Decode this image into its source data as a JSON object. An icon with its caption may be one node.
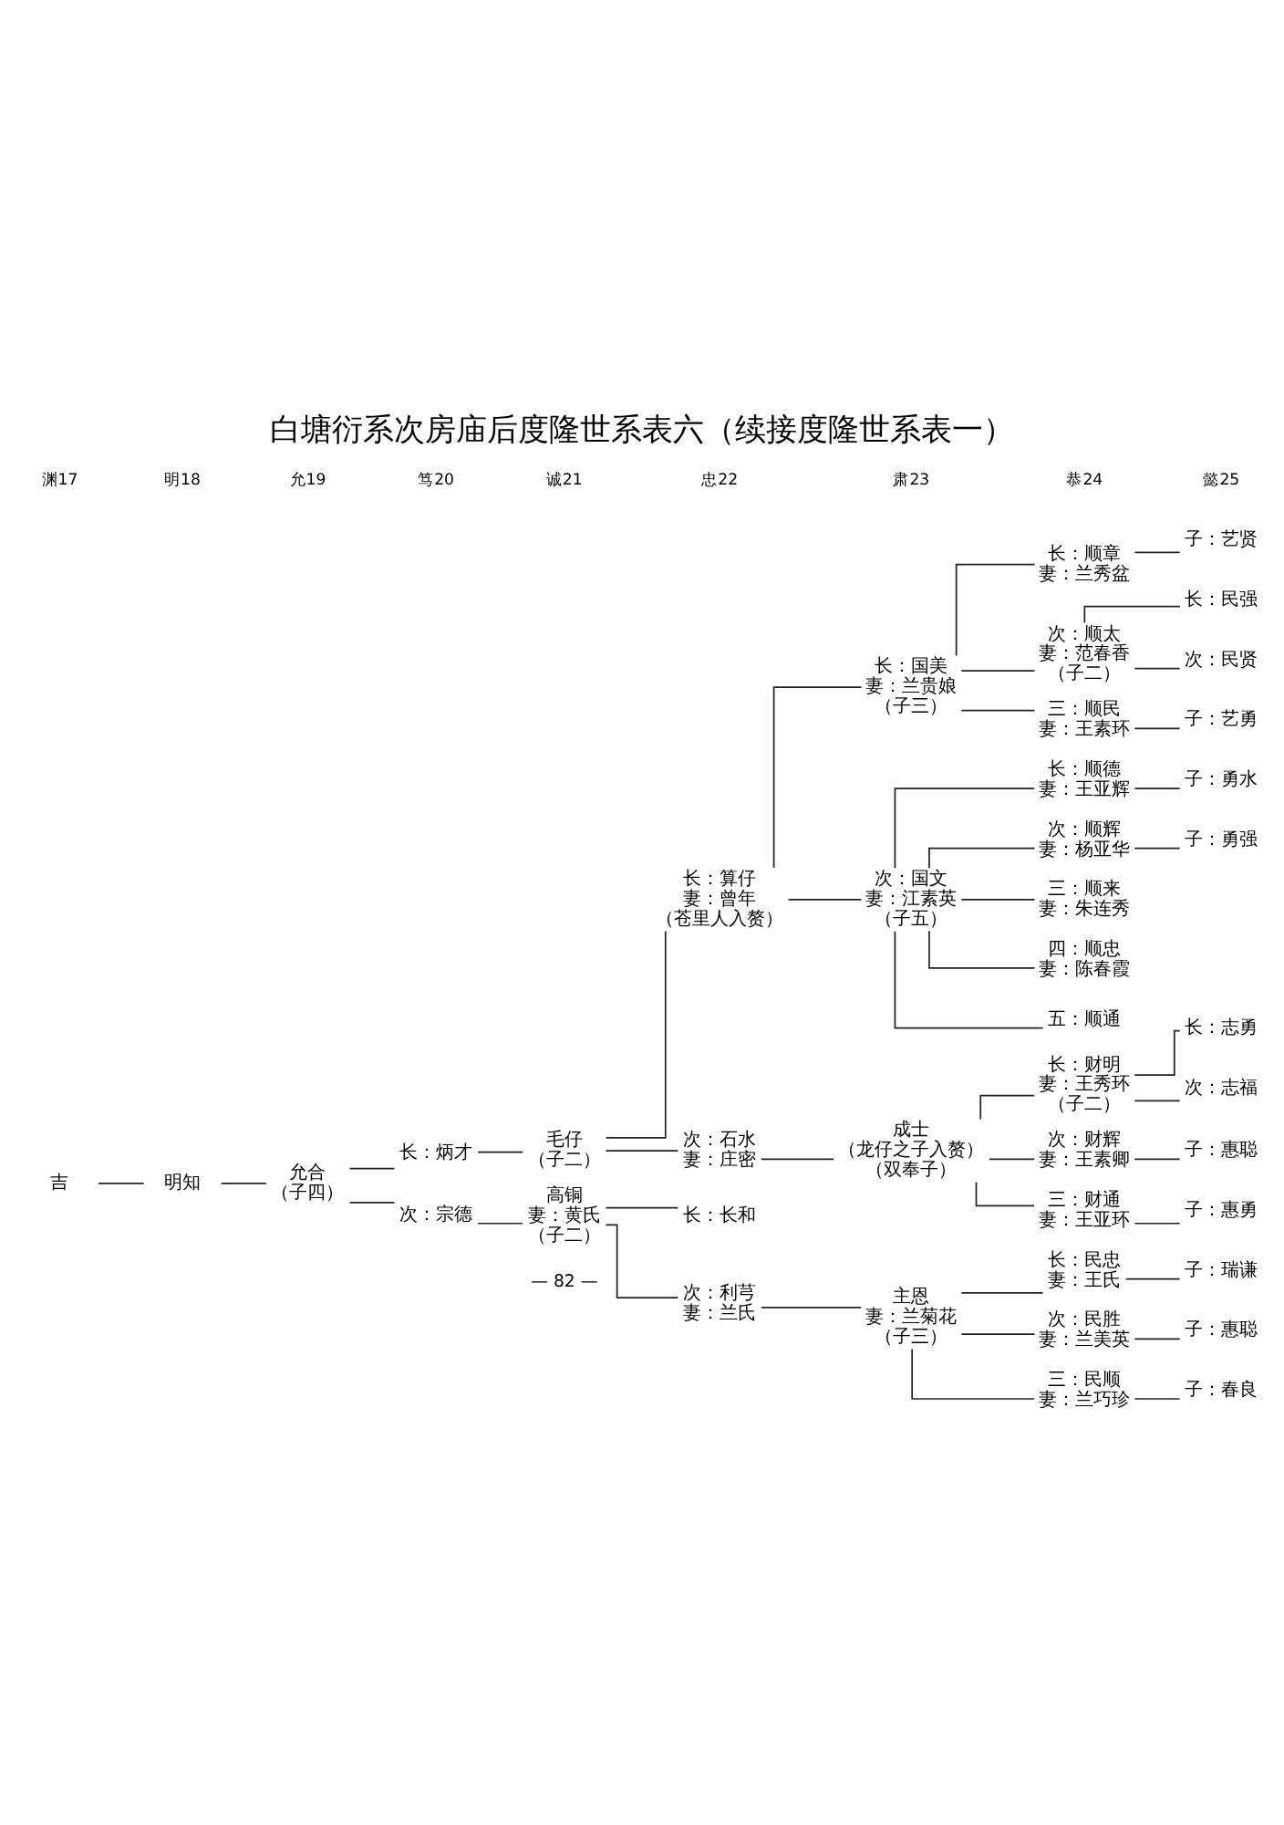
{
  "diagram": {
    "title": "白塘衍系次房庙后度隆世系表六（续接度隆世系表一）",
    "nodes": [
      {
        "text": [
          "吉"
        ]
      },
      {
        "text": [
          "明知"
        ]
      },
      {
        "text": [
          "允合",
          "（子四）"
        ]
      },
      {
        "text": [
          "长：炳才"
        ]
      },
      {
        "text": [
          "毛仔",
          "（子二）"
        ]
      },
      {
        "text": [
          "次：宗德"
        ]
      },
      {
        "text": [
          "高铜",
          "妻：黄氏",
          "（子二）"
        ]
      },
      {
        "text": [
          "长：算仔",
          "妻：曾年",
          "（苍里人入赘）"
        ]
      },
      {
        "text": [
          "次：石水",
          "妻：庄密"
        ]
      },
      {
        "text": [
          "长：长和"
        ]
      },
      {
        "text": [
          "次：利芎",
          "妻：兰氏"
        ]
      },
      {
        "text": [
          "长：国美",
          "妻：兰贵娘",
          "（子三）"
        ]
      },
      {
        "text": [
          "次：国文",
          "妻：江素英",
          "（子五）"
        ]
      },
      {
        "text": [
          "成士",
          "（龙仔之子入赘）",
          "（双奉子）"
        ]
      },
      {
        "text": [
          "主恩",
          "妻：兰菊花",
          "（子三）"
        ]
      },
      {
        "text": [
          "长：顺章",
          "妻：兰秀盆"
        ]
      },
      {
        "text": [
          "次：顺太",
          "妻：范春香",
          "（子二）"
        ]
      },
      {
        "text": [
          "三：顺民",
          "妻：王素环"
        ]
      },
      {
        "text": [
          "长：顺德",
          "妻：王亚辉"
        ]
      },
      {
        "text": [
          "次：顺辉",
          "妻：杨亚华"
        ]
      },
      {
        "text": [
          "三：顺来",
          "妻：朱连秀"
        ]
      },
      {
        "text": [
          "四：顺忠",
          "妻：陈春霞"
        ]
      },
      {
        "text": [
          "五：顺通"
        ]
      },
      {
        "text": [
          "长：财明",
          "妻：王秀环",
          "（子二）"
        ]
      },
      {
        "text": [
          "次：财辉",
          "妻：王素卿"
        ]
      },
      {
        "text": [
          "三：财通",
          "妻：王亚环"
        ]
      },
      {
        "text": [
          "长：民忠",
          "妻：王氏"
        ]
      },
      {
        "text": [
          "次：民胜",
          "妻：兰美英"
        ]
      },
      {
        "text": [
          "三：民顺",
          "妻：兰巧珍"
        ]
      },
      {
        "text": [
          "子：艺贤"
        ]
      },
      {
        "text": [
          "长：民强"
        ]
      },
      {
        "text": [
          "次：民贤"
        ]
      },
      {
        "text": [
          "子：艺勇"
        ]
      },
      {
        "text": [
          "子：勇水"
        ]
      },
      {
        "text": [
          "子：勇强"
        ]
      },
      {
        "text": [
          "长：志勇"
        ]
      },
      {
        "text": [
          "次：志福"
        ]
      },
      {
        "text": [
          "子：惠聪"
        ]
      },
      {
        "text": [
          "子：惠勇"
        ]
      },
      {
        "text": [
          "子：瑞谦"
        ]
      },
      {
        "text": [
          "子：惠聪"
        ]
      },
      {
        "text": [
          "子：春良"
        ]
      }
    ],
    "edges": [
      {
        "from": 0,
        "to": 1,
        "arrow": "none"
      },
      {
        "from": 1,
        "to": 2,
        "arrow": "none"
      },
      {
        "from": 2,
        "to": 3,
        "arrow": "none"
      },
      {
        "from": 2,
        "to": 5,
        "arrow": "none"
      },
      {
        "from": 3,
        "to": 4,
        "arrow": "none"
      },
      {
        "from": 5,
        "to": 6,
        "arrow": "none"
      },
      {
        "from": 4,
        "to": 7,
        "arrow": "none"
      },
      {
        "from": 4,
        "to": 8,
        "arrow": "none"
      },
      {
        "from": 6,
        "to": 9,
        "arrow": "none"
      },
      {
        "from": 6,
        "to": 10,
        "arrow": "none"
      },
      {
        "from": 7,
        "to": 11,
        "arrow": "none"
      },
      {
        "from": 7,
        "to": 12,
        "arrow": "none"
      },
      {
        "from": 8,
        "to": 13,
        "arrow": "none"
      },
      {
        "from": 10,
        "to": 14,
        "arrow": "none"
      },
      {
        "from": 11,
        "to": 15,
        "arrow": "none"
      },
      {
        "from": 11,
        "to": 16,
        "arrow": "none"
      },
      {
        "from": 11,
        "to": 17,
        "arrow": "none"
      },
      {
        "from": 12,
        "to": 18,
        "arrow": "none"
      },
      {
        "from": 12,
        "to": 19,
        "arrow": "none"
      },
      {
        "from": 12,
        "to": 20,
        "arrow": "none"
      },
      {
        "from": 12,
        "to": 21,
        "arrow": "none"
      },
      {
        "from": 12,
        "to": 22,
        "arrow": "none"
      },
      {
        "from": 13,
        "to": 23,
        "arrow": "none"
      },
      {
        "from": 13,
        "to": 24,
        "arrow": "none"
      },
      {
        "from": 13,
        "to": 25,
        "arrow": "none"
      },
      {
        "from": 14,
        "to": 26,
        "arrow": "none"
      },
      {
        "from": 14,
        "to": 27,
        "arrow": "none"
      },
      {
        "from": 14,
        "to": 28,
        "arrow": "none"
      },
      {
        "from": 15,
        "to": 29,
        "arrow": "none"
      },
      {
        "from": 16,
        "to": 30,
        "arrow": "none"
      },
      {
        "from": 16,
        "to": 31,
        "arrow": "none"
      },
      {
        "from": 17,
        "to": 32,
        "arrow": "none"
      },
      {
        "from": 18,
        "to": 33,
        "arrow": "none"
      },
      {
        "from": 19,
        "to": 34,
        "arrow": "none"
      },
      {
        "from": 23,
        "to": 35,
        "arrow": "none"
      },
      {
        "from": 23,
        "to": 36,
        "arrow": "none"
      },
      {
        "from": 24,
        "to": 37,
        "arrow": "none"
      },
      {
        "from": 25,
        "to": 38,
        "arrow": "none"
      },
      {
        "from": 26,
        "to": 39,
        "arrow": "none"
      },
      {
        "from": 27,
        "to": 40,
        "arrow": "none"
      },
      {
        "from": 28,
        "to": 41,
        "arrow": "none"
      }
    ],
    "labels": [
      "渊17",
      "明18",
      "允19",
      "笃20",
      "诚21",
      "忠22",
      "肃23",
      "恭24",
      "懿25",
      "— 82 —"
    ]
  }
}
